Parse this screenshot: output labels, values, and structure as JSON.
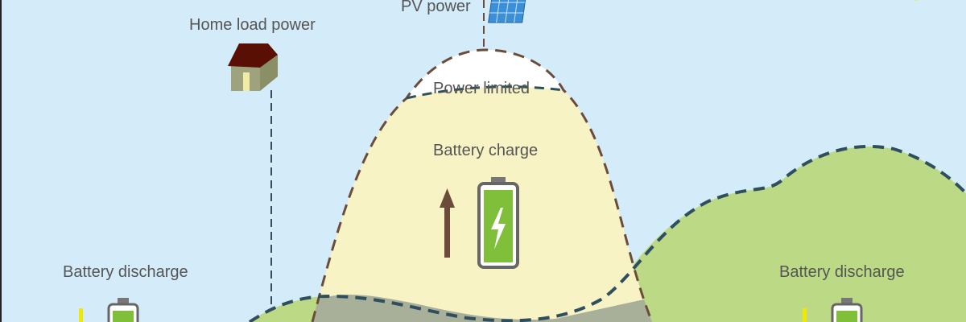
{
  "labels": {
    "pv_power": "PV power",
    "home_load_power": "Home load power",
    "power_limited": "Power limited",
    "battery_charge": "Battery charge",
    "battery_discharge_left": "Battery discharge",
    "battery_discharge_right": "Battery discharge"
  },
  "colors": {
    "sky": "#d4ecf9",
    "pv_curve": "#6b4c3b",
    "load_curve": "#2f4f5f",
    "charge_fill": "#f7f3c4",
    "discharge_fill": "#bcd985",
    "overlap_fill": "#a8b09a",
    "battery_green": "#7fbf3a"
  }
}
